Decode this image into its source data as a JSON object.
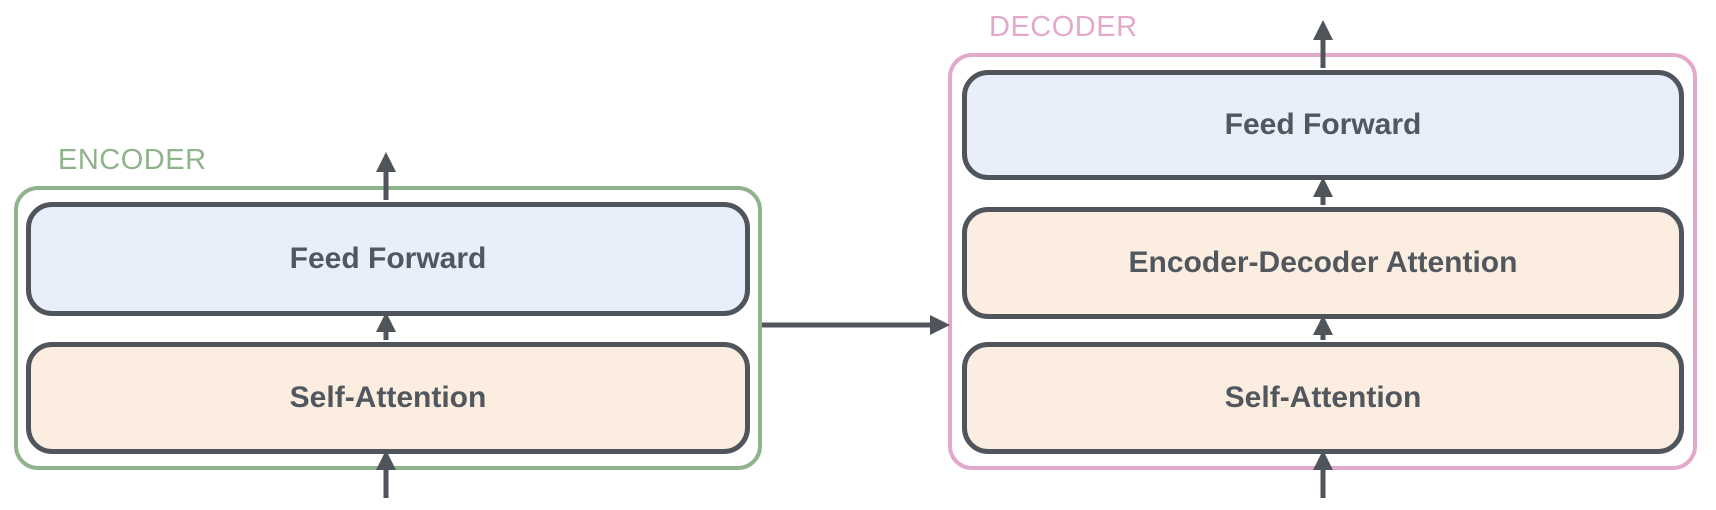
{
  "colors": {
    "encoder_accent": "#8fb38a",
    "decoder_accent": "#e3a9cb",
    "feed_forward_fill": "#e8effb",
    "attention_fill": "#fbeee0",
    "stroke": "#50555c",
    "text": "#52575e"
  },
  "encoder": {
    "label": "ENCODER",
    "feed_forward": "Feed Forward",
    "self_attention": "Self-Attention"
  },
  "decoder": {
    "label": "DECODER",
    "feed_forward": "Feed Forward",
    "encoder_decoder_attention": "Encoder-Decoder Attention",
    "self_attention": "Self-Attention"
  }
}
